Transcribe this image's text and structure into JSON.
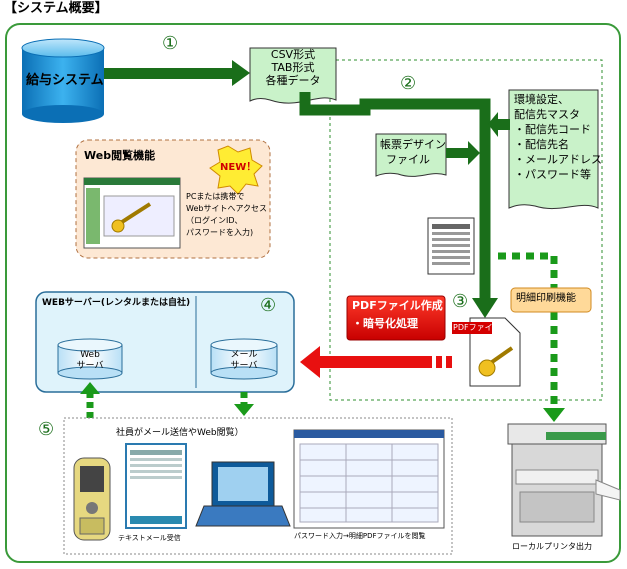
{
  "title": "【システム概要】",
  "nodes": {
    "kyuyo": "給与システム",
    "csv": [
      "CSV形式",
      "TAB形式",
      "各種データ"
    ],
    "env": [
      "環境設定、",
      "配信先マスタ",
      "・配信先コード",
      "・配信先名",
      "・メールアドレス",
      "・パスワード等"
    ],
    "form": [
      "帳票デザイン",
      "ファイル"
    ],
    "pdf_proc": [
      "PDFファイル作成",
      "・暗号化処理"
    ],
    "pdf_file": "PDFファイル",
    "print_func": "明細印刷機能",
    "web_view": "Web閲覧機能",
    "new_badge": "NEW！",
    "web_note": [
      "PCまたは携帯で",
      "Webサイトへアクセス",
      "（ログインID、",
      "パスワードを入力)"
    ],
    "server_box": "WEBサーバー(レンタルまたは自社)",
    "web_server": [
      "Web",
      "サーバ"
    ],
    "mail_server": [
      "メール",
      "サーバ"
    ],
    "employee": "社員がメール送信やWeb閲覧）",
    "text_mail": "テキストメール受信",
    "pdf_view": "パスワード入力→明細PDFファイルを閲覧",
    "local_print": "ローカルプリンタ出力"
  },
  "steps": [
    "①",
    "②",
    "③",
    "④",
    "⑤"
  ],
  "colors": {
    "arrow": "#1a6e1a",
    "red": "#e81010",
    "cyl": "#1d8fd6",
    "frame": "#3a9a3a"
  }
}
